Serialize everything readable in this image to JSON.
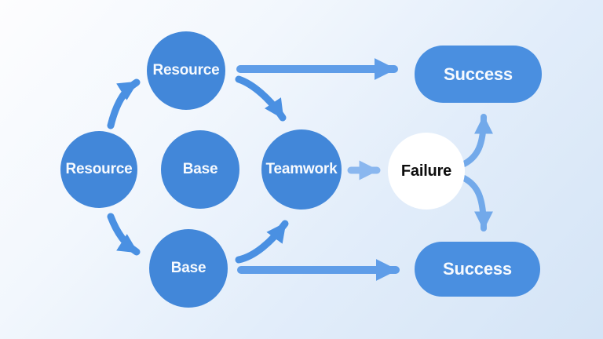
{
  "diagram": {
    "nodes": {
      "resource_left": {
        "label": "Resource",
        "shape": "circle"
      },
      "resource_top": {
        "label": "Resource",
        "shape": "circle"
      },
      "base_middle": {
        "label": "Base",
        "shape": "circle"
      },
      "base_bottom": {
        "label": "Base",
        "shape": "circle"
      },
      "teamwork": {
        "label": "Teamwork",
        "shape": "circle"
      },
      "failure": {
        "label": "Failure",
        "shape": "circle"
      },
      "success_top": {
        "label": "Success",
        "shape": "pill"
      },
      "success_bottom": {
        "label": "Success",
        "shape": "pill"
      }
    },
    "edges": [
      {
        "from": "resource_left",
        "to": "resource_top",
        "style": "curved"
      },
      {
        "from": "resource_left",
        "to": "base_bottom",
        "style": "curved"
      },
      {
        "from": "resource_top",
        "to": "success_top",
        "style": "straight"
      },
      {
        "from": "resource_top",
        "to": "teamwork",
        "style": "curved"
      },
      {
        "from": "base_bottom",
        "to": "teamwork",
        "style": "curved"
      },
      {
        "from": "base_bottom",
        "to": "success_bottom",
        "style": "straight"
      },
      {
        "from": "teamwork",
        "to": "failure",
        "style": "short-straight"
      },
      {
        "from": "failure",
        "to": "success_top",
        "style": "s-curve"
      },
      {
        "from": "failure",
        "to": "success_bottom",
        "style": "s-curve"
      }
    ],
    "colors": {
      "node_blue": "#4287d9",
      "pill_blue": "#4a8fe0",
      "node_text": "#f7fafe",
      "failure_bg": "#ffffff",
      "failure_text": "#0d0d0d",
      "arrow_blue": "#4a90e2",
      "arrow_straight": "#5f9de8",
      "arrow_light": "#8ab7ef",
      "arrow_mid": "#72a9ea",
      "bg_start": "#fdfdfe",
      "bg_end": "#d4e4f6"
    }
  }
}
